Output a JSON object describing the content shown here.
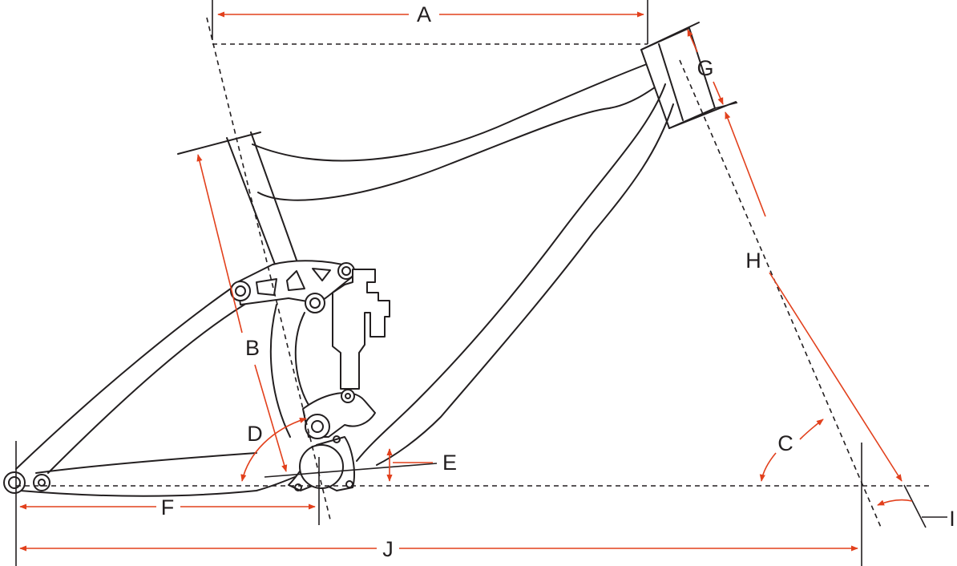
{
  "labels": {
    "A": "A",
    "B": "B",
    "C": "C",
    "D": "D",
    "E": "E",
    "F": "F",
    "G": "G",
    "H": "H",
    "I": "I",
    "J": "J"
  },
  "colors": {
    "line": "#231f20",
    "dimension": "#e2401c",
    "background": "#ffffff"
  }
}
